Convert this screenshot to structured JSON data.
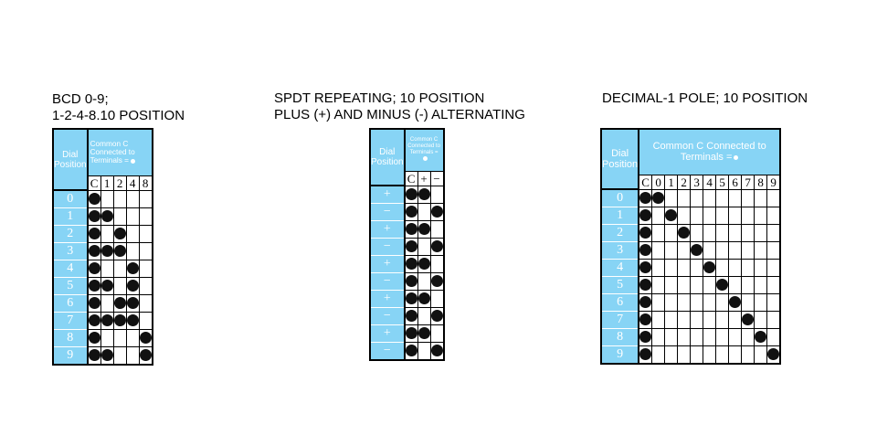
{
  "panels": [
    {
      "id": "bcd",
      "title_lines": [
        "BCD 0-9;",
        "1-2-4-8.10 POSITION"
      ],
      "dial_header": [
        "Dial",
        "Position"
      ],
      "common_header": "Common C Connected to Terminals  =",
      "terminals": [
        "C",
        "1",
        "2",
        "4",
        "8"
      ],
      "positions": [
        "0",
        "1",
        "2",
        "3",
        "4",
        "5",
        "6",
        "7",
        "8",
        "9"
      ],
      "connections": [
        [
          "C"
        ],
        [
          "C",
          "1"
        ],
        [
          "C",
          "2"
        ],
        [
          "C",
          "1",
          "2"
        ],
        [
          "C",
          "4"
        ],
        [
          "C",
          "1",
          "4"
        ],
        [
          "C",
          "2",
          "4"
        ],
        [
          "C",
          "1",
          "2",
          "4"
        ],
        [
          "C",
          "8"
        ],
        [
          "C",
          "1",
          "8"
        ]
      ]
    },
    {
      "id": "spdt",
      "title_lines": [
        "SPDT REPEATING; 10 POSITION",
        "PLUS (+) AND MINUS (-) ALTERNATING"
      ],
      "dial_header": [
        "Dial",
        "Position"
      ],
      "common_header": "Common C Connected to Terminals  =",
      "terminals": [
        "C",
        "+",
        "−"
      ],
      "positions": [
        "+",
        "−",
        "+",
        "−",
        "+",
        "−",
        "+",
        "−",
        "+",
        "−"
      ],
      "connections": [
        [
          "C",
          "+"
        ],
        [
          "C",
          "−"
        ],
        [
          "C",
          "+"
        ],
        [
          "C",
          "−"
        ],
        [
          "C",
          "+"
        ],
        [
          "C",
          "−"
        ],
        [
          "C",
          "+"
        ],
        [
          "C",
          "−"
        ],
        [
          "C",
          "+"
        ],
        [
          "C",
          "−"
        ]
      ]
    },
    {
      "id": "decimal",
      "title_lines": [
        "DECIMAL-1 POLE; 10 POSITION"
      ],
      "dial_header": [
        "Dial",
        "Position"
      ],
      "common_header": "Common C Connected to Terminals  =",
      "terminals": [
        "C",
        "0",
        "1",
        "2",
        "3",
        "4",
        "5",
        "6",
        "7",
        "8",
        "9"
      ],
      "positions": [
        "0",
        "1",
        "2",
        "3",
        "4",
        "5",
        "6",
        "7",
        "8",
        "9"
      ],
      "connections": [
        [
          "C",
          "0"
        ],
        [
          "C",
          "1"
        ],
        [
          "C",
          "2"
        ],
        [
          "C",
          "3"
        ],
        [
          "C",
          "4"
        ],
        [
          "C",
          "5"
        ],
        [
          "C",
          "6"
        ],
        [
          "C",
          "7"
        ],
        [
          "C",
          "8"
        ],
        [
          "C",
          "9"
        ]
      ]
    }
  ]
}
